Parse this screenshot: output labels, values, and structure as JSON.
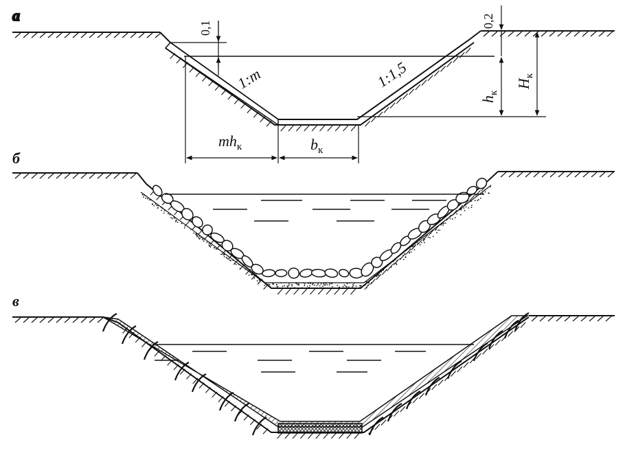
{
  "panels": {
    "a": {
      "label": "а",
      "freeboard_left": "0,1",
      "freeboard_right": "0,2",
      "slope_left": "1:m",
      "slope_right": "1:1,5",
      "depth_h_main": "h",
      "depth_h_sub": "к",
      "depth_H_main": "H",
      "depth_H_sub": "к",
      "width_mh_main": "mh",
      "width_mh_sub": "к",
      "width_b_main": "b",
      "width_b_sub": "к"
    },
    "b": {
      "label": "б"
    },
    "v": {
      "label": "в"
    }
  },
  "colors": {
    "ink": "#111111",
    "paper": "#ffffff"
  }
}
